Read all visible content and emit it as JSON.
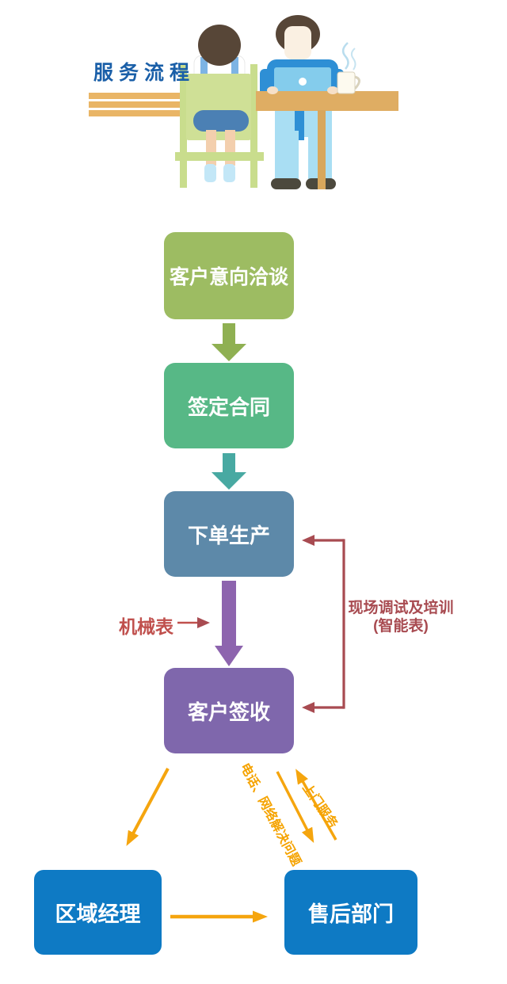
{
  "title": "服务流程",
  "nodes": [
    {
      "label": "客户意向洽谈",
      "color": "#9dbc62"
    },
    {
      "label": "签定合同",
      "color": "#57b886"
    },
    {
      "label": "下单生产",
      "color": "#5d89a9"
    },
    {
      "label": "客户签收",
      "color": "#7f67ac"
    },
    {
      "label": "区域经理",
      "color": "#0e7ac4"
    },
    {
      "label": "售后部门",
      "color": "#0e7ac4"
    }
  ],
  "annotations": {
    "mechanical_meter": "机械表",
    "onsite_line1": "现场调试及培训",
    "onsite_line2": "(智能表)",
    "phone_network": "电话、网络解决问题",
    "door_service": "上门服务"
  },
  "colors": {
    "title_blue": "#1a5fa8",
    "arrow_green": "#8fb052",
    "arrow_teal": "#48a9a2",
    "arrow_purple": "#8d64ae",
    "red_annotation": "#a84b51",
    "red_label": "#c0504d",
    "yellow_arrow": "#f5a50e",
    "bottom_blue": "#0e7ac4"
  }
}
